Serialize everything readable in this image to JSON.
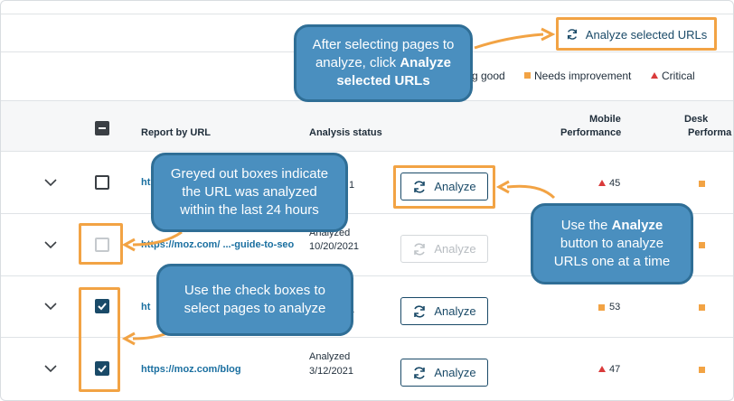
{
  "top_button": {
    "label": "Analyze selected URLs",
    "icon": "refresh-icon"
  },
  "legend": {
    "good_partial": "g good",
    "needs_improvement": "Needs improvement",
    "critical": "Critical",
    "colors": {
      "needs_improvement": "#f2a344",
      "critical": "#d93a3a"
    }
  },
  "table": {
    "headers": {
      "report_by_url": "Report by URL",
      "analysis_status": "Analysis status",
      "mobile_perf_line1": "Mobile",
      "mobile_perf_line2": "Performance",
      "desktop_perf_line1": "Desk",
      "desktop_perf_line2": "Performa"
    },
    "rows": [
      {
        "url": "ht",
        "status_line1": "",
        "status_line2": "1",
        "button": "Analyze",
        "checkbox": "unchecked",
        "mobile_score": "45",
        "mobile_rating": "critical"
      },
      {
        "url": "https://moz.com/ ...-guide-to-seo",
        "status_line1": "Analyzed",
        "status_line2": "10/20/2021",
        "button": "Analyze",
        "checkbox": "disabled",
        "mobile_score": "",
        "mobile_rating": ""
      },
      {
        "url": "ht",
        "status_line1": "",
        "status_line2": "1",
        "button": "Analyze",
        "checkbox": "checked",
        "mobile_score": "53",
        "mobile_rating": "needs-improvement"
      },
      {
        "url": "https://moz.com/blog",
        "status_line1": "Analyzed",
        "status_line2": "3/12/2021",
        "button": "Analyze",
        "checkbox": "checked",
        "mobile_score": "47",
        "mobile_rating": "critical"
      }
    ]
  },
  "callouts": {
    "analyze_selected_pre": "After selecting pages to analyze, click ",
    "analyze_selected_bold": "Analyze selected URLs",
    "greyed_boxes": "Greyed out boxes indicate the URL was analyzed within the last 24 hours",
    "analyze_button_pre": "Use the ",
    "analyze_button_bold": "Analyze",
    "analyze_button_post": " button to analyze URLs one at a time",
    "check_boxes": "Use the check boxes to select pages to analyze"
  },
  "colors": {
    "accent": "#1a4a68",
    "callout_fill": "#4a8fbf",
    "callout_border": "#2f6e96",
    "highlight_orange": "#f2a344",
    "link": "#1a6fa0"
  }
}
